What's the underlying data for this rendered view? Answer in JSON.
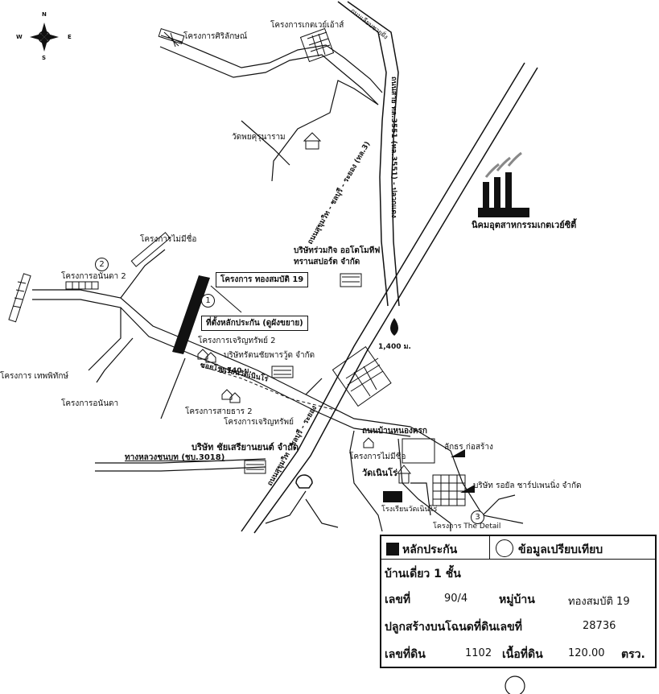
{
  "compass": {
    "n": "N",
    "s": "S",
    "e": "E",
    "w": "W"
  },
  "roads": {
    "main_road": "ถนนสุขุมวิท - ชลบุรี - ระยอง (ทล.3)",
    "main_road_2": "ถนนสุขุมวิท - ชลบุรี - ระยอง",
    "road_3551": "ถนนสาย ทล.3551 (ทล.3551) - ปลวกแดง",
    "road_top": "ถนนเลียบชายฝั่ง",
    "road_nongkrok": "ถนนบ้านหนองครก",
    "road_school": "ซอยโรงเรียนวัดเนินโร่",
    "road_3018": "ทางหลวงชนบท (ชบ.3018)"
  },
  "places": {
    "sirilak": "โครงการศิริลักษณ์",
    "gateway_east": "โครงการเกตเวย์เอ้าส์",
    "wat_phukoyaram": "วัดพยคุรุนาราม",
    "gateway_city": "นิคมอุตสาหกรรมเกตเวย์ซิตี้",
    "no_name_1": "โครงการไม่มีชื่อ",
    "anunda2": "โครงการอนันดา 2",
    "thongsombat": "โครงการ ทองสมบัติ 19",
    "collateral": "ที่ตั้งหลักประกัน (ดูผังขยาย)",
    "joint_venture": "บริษัทร่วมกิจ ออโตโมทีฟ ทรานสปอร์ต จำกัด",
    "charoensap2": "โครงการเจริญทรัพย์ 2",
    "rattanachai": "บริษัทรัตนชัยพารวู้ด จำกัด",
    "dist1400": "1,400 ม.",
    "dist1140": "1,140 ม.",
    "thepphithak": "โครงการ เทพพิทักษ์",
    "anunda": "โครงการอนันดา",
    "saithan2": "โครงการสายธาร 2",
    "charoensap": "โครงการเจริญทรัพย์",
    "chaisaree": "บริษัท ชัยเสรียานยนต์ จำกัด",
    "no_name_2": "โครงการไม่มีชื่อ",
    "lakthon": "ลักธร ก่อสร้าง",
    "wat_noenro": "วัดเนินโร่",
    "school": "โรงเรียนวัดเนินโร่",
    "royal_care": "บริษัท รอยัล ชาร์ปเพนนิ่ง จำกัด",
    "the_detail": "โครงการ The Detail"
  },
  "markers": {
    "m1": "1",
    "m2": "2",
    "m3": "3"
  },
  "legend": {
    "collateral_label": "หลักประกัน",
    "compare_label": "ข้อมูลเปรียบเทียบ",
    "house_type": "บ้านเดี่ยว 1 ชั้น",
    "house_no_label": "เลขที่",
    "house_no": "90/4",
    "village_label": "หมู่บ้าน",
    "village": "ทองสมบัติ 19",
    "deed_label": "ปลูกสร้างบนโฉนดที่ดินเลขที่",
    "deed_no": "28736",
    "land_no_label": "เลขที่ดิน",
    "land_no": "1102",
    "area_label": "เนื้อที่ดิน",
    "area": "120.00",
    "area_unit": "ตรว."
  },
  "colors": {
    "ink": "#111111",
    "paper": "#ffffff"
  }
}
